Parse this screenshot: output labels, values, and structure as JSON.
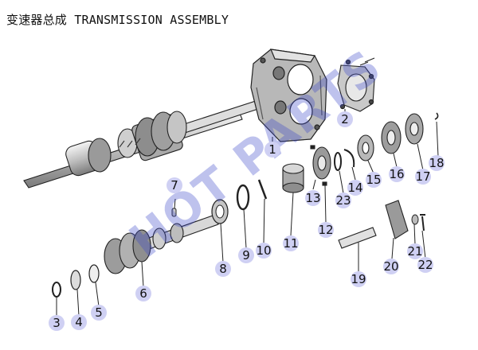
{
  "title": "变速器总成 TRANSMISSION ASSEMBLY",
  "watermark": "HOT PARTS",
  "callout_color": "#cfd0f3",
  "watermark_color": "#3a45c8",
  "labels": [
    "1",
    "2",
    "3",
    "4",
    "5",
    "6",
    "7",
    "8",
    "9",
    "10",
    "11",
    "12",
    "13",
    "14",
    "15",
    "16",
    "17",
    "18",
    "19",
    "20",
    "21",
    "22",
    "23"
  ]
}
